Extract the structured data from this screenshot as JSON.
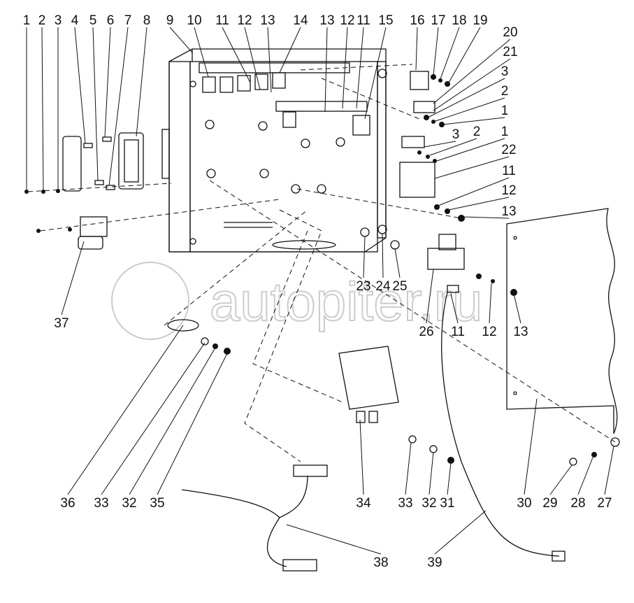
{
  "watermark": "autopiter.ru",
  "callouts": [
    "1",
    "2",
    "3",
    "4",
    "5",
    "6",
    "7",
    "8",
    "9",
    "10",
    "11",
    "12",
    "13",
    "14",
    "13",
    "12",
    "11",
    "15",
    "16",
    "17",
    "18",
    "19",
    "20",
    "21",
    "3",
    "2",
    "1",
    "3",
    "2",
    "1",
    "22",
    "11",
    "12",
    "13",
    "23",
    "24",
    "25",
    "26",
    "11",
    "12",
    "13",
    "37",
    "36",
    "33",
    "32",
    "35",
    "34",
    "33",
    "32",
    "31",
    "30",
    "29",
    "28",
    "27",
    "38",
    "39"
  ]
}
